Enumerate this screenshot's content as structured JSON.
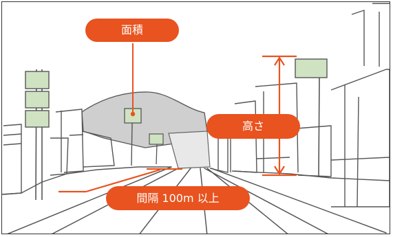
{
  "labels": {
    "area": "面積",
    "height": "高さ",
    "spacing": "間隔 100m 以上"
  },
  "colors": {
    "accent": "#e8531f",
    "sign_fill": "#cfe3c3",
    "sky_area": "#c8c8c8",
    "line": "#555555"
  }
}
